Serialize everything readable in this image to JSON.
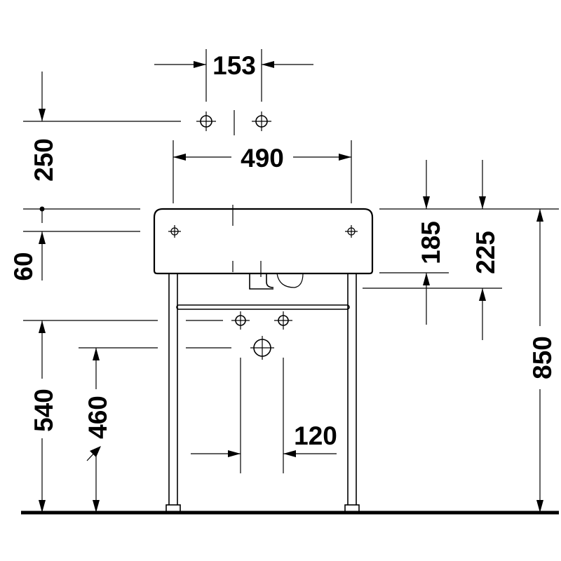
{
  "drawing": {
    "subject": "",
    "dimensions": {
      "tap_hole_spacing": "153",
      "basin_width": "490",
      "tap_hole_to_rim": "250",
      "rim_to_fixing": "60",
      "rim_to_overflow": "185",
      "rim_to_waste": "225",
      "overall_height": "850",
      "floor_to_supply": "540",
      "floor_to_drain": "460",
      "drain_offset": "120"
    }
  }
}
